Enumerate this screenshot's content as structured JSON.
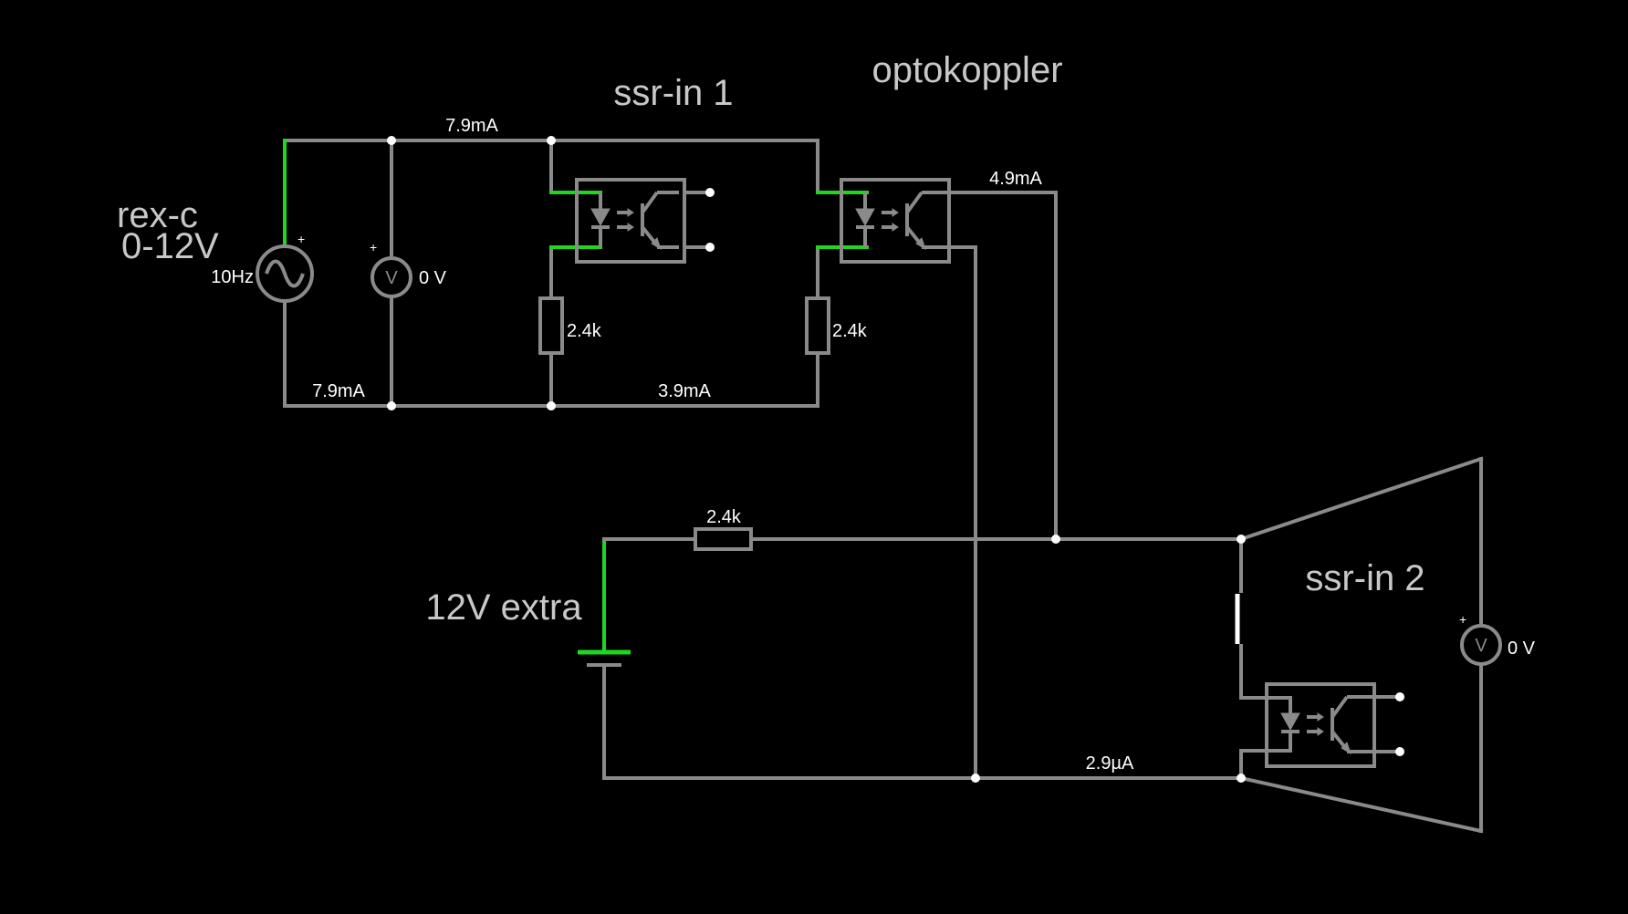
{
  "labels": {
    "ssr_in_1": "ssr-in 1",
    "optokoppler": "optokoppler",
    "rex_c_line1": "rex-c",
    "rex_c_line2": "0-12V",
    "ssr_in_2": "ssr-in 2",
    "extra_12v": "12V extra"
  },
  "source": {
    "frequency": "10Hz",
    "plus": "+"
  },
  "meters": {
    "voltmeter_1": {
      "symbol": "V",
      "reading": "0 V",
      "plus": "+"
    },
    "voltmeter_2": {
      "symbol": "V",
      "reading": "0 V",
      "plus": "+"
    }
  },
  "resistors": {
    "r1": "2.4k",
    "r2": "2.4k",
    "r3": "2.4k"
  },
  "currents": {
    "top_wire": "7.9mA",
    "bottom_left": "7.9mA",
    "bottom_mid": "3.9mA",
    "opto_out": "4.9mA",
    "lower_return": "2.9µA"
  },
  "colors": {
    "wire": "#8a8a8a",
    "active_wire": "#1ed81e",
    "background": "#000000",
    "node": "#ffffff"
  }
}
